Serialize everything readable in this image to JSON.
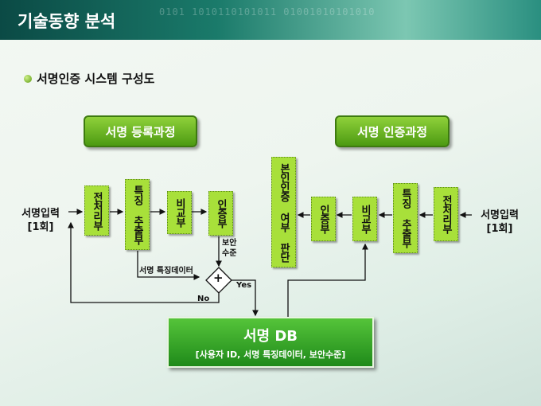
{
  "header": {
    "title": "기술동향 분석",
    "binary": "0101 1010110101011 01001010101010"
  },
  "subtitle": "서명인증 시스템 구성도",
  "registration": {
    "title": "서명 등록과정",
    "input": "서명입력",
    "input_count": "[1회]",
    "steps": [
      "전처리부",
      "특징 추출부",
      "비교부",
      "인증부"
    ],
    "security_label": "보안\n수준",
    "feature_label": "서명 특징데이터",
    "yes": "Yes",
    "no": "No",
    "combine_symbol": "+"
  },
  "authentication": {
    "title": "서명 인증과정",
    "input": "서명입력",
    "input_count": "[1회]",
    "steps": [
      "전처리부",
      "특징 추출부",
      "비교부",
      "인증부",
      "본인인증 여부 판단"
    ]
  },
  "db": {
    "title": "서명 DB",
    "fields": "[사용자 ID, 서명 특징데이터, 보안수준]"
  }
}
